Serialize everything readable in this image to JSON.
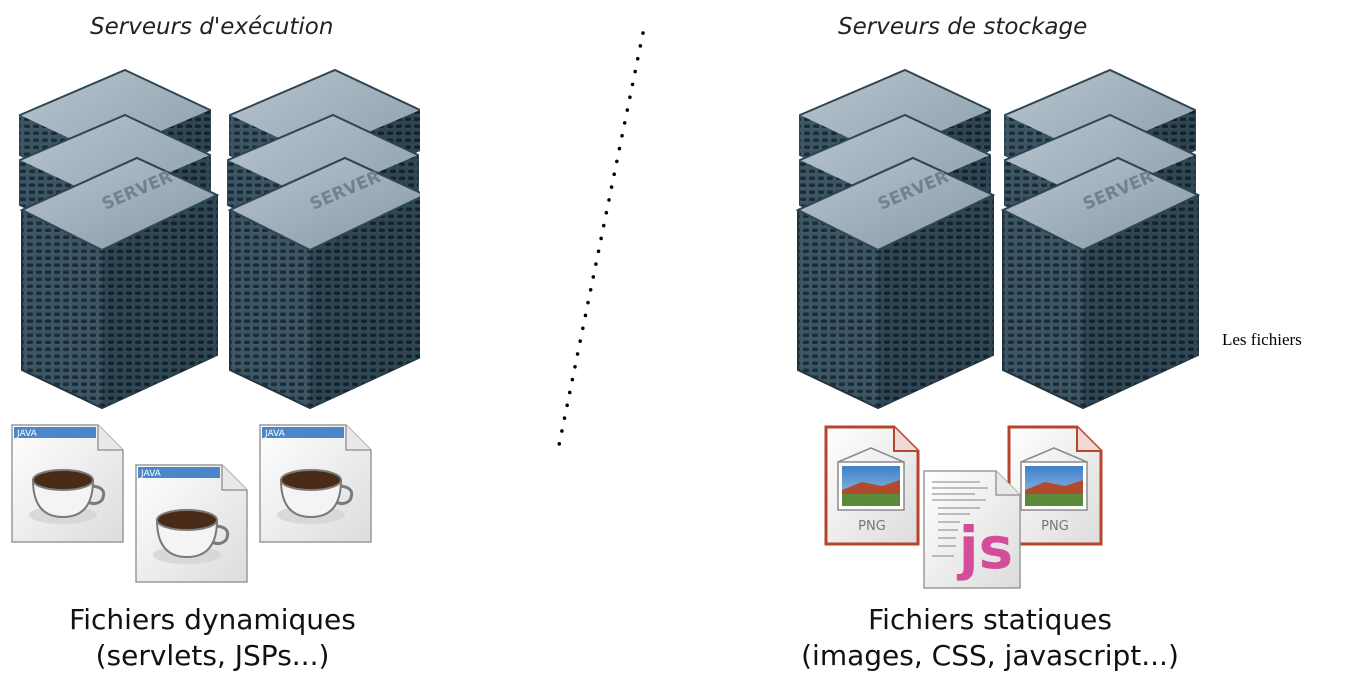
{
  "execution": {
    "title": "Serveurs d'exécution",
    "server_label": "SERVER",
    "file_tag": "JAVA",
    "caption_line1": "Fichiers dynamiques",
    "caption_line2": "(servlets, JSPs...)"
  },
  "storage": {
    "title": "Serveurs de stockage",
    "server_label": "SERVER",
    "png_label": "PNG",
    "js_label": "js",
    "caption_line1": "Fichiers statiques",
    "caption_line2": "(images, CSS, javascript...)"
  },
  "side_note": "Les fichiers",
  "icons": [
    "server-stack-icon",
    "java-file-icon",
    "png-file-icon",
    "js-file-icon"
  ],
  "colors": {
    "server_body": "#3d5868",
    "server_top": "#9fb0bd",
    "java_band": "#4a86c8",
    "png_frame": "#b5452f",
    "js_text": "#d44d9a"
  }
}
